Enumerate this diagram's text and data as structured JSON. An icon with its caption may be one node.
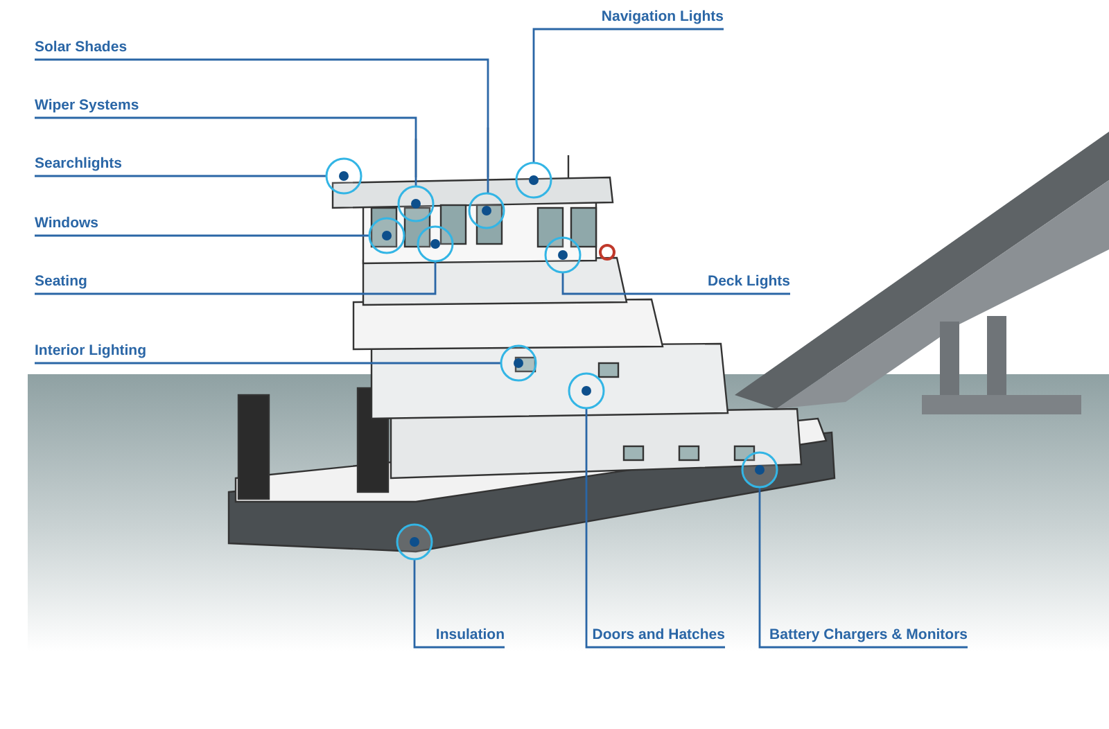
{
  "diagram": {
    "nodes": [
      {
        "text": [
          "Navigation Lights"
        ]
      },
      {
        "text": [
          "Solar Shades"
        ]
      },
      {
        "text": [
          "Wiper Systems"
        ]
      },
      {
        "text": [
          "Searchlights"
        ]
      },
      {
        "text": [
          "Windows"
        ]
      },
      {
        "text": [
          "Seating"
        ]
      },
      {
        "text": [
          "Deck Lights"
        ]
      },
      {
        "text": [
          "Interior Lighting"
        ]
      },
      {
        "text": [
          "Insulation"
        ]
      },
      {
        "text": [
          "Doors and Hatches"
        ]
      },
      {
        "text": [
          "Battery Chargers & Monitors"
        ]
      },
      {
        "text": [],
        "shape": "circle"
      },
      {
        "text": [],
        "shape": "circle"
      },
      {
        "text": [],
        "shape": "circle"
      },
      {
        "text": [],
        "shape": "circle"
      },
      {
        "text": [],
        "shape": "circle"
      },
      {
        "text": [],
        "shape": "circle"
      },
      {
        "text": [],
        "shape": "circle"
      },
      {
        "text": [],
        "shape": "circle"
      },
      {
        "text": [],
        "shape": "circle"
      },
      {
        "text": [],
        "shape": "circle"
      },
      {
        "text": [],
        "shape": "circle"
      }
    ],
    "edges": [
      {
        "from": 0,
        "to": 11,
        "arrow": "none"
      },
      {
        "from": 1,
        "to": 12,
        "arrow": "none"
      },
      {
        "from": 2,
        "to": 13,
        "arrow": "none"
      },
      {
        "from": 3,
        "to": 14,
        "arrow": "none"
      },
      {
        "from": 4,
        "to": 15,
        "arrow": "none"
      },
      {
        "from": 5,
        "to": 16,
        "arrow": "none"
      },
      {
        "from": 6,
        "to": 17,
        "arrow": "none"
      },
      {
        "from": 7,
        "to": 18,
        "arrow": "none"
      },
      {
        "from": 8,
        "to": 19,
        "arrow": "none"
      },
      {
        "from": 9,
        "to": 20,
        "arrow": "none"
      },
      {
        "from": 10,
        "to": 21,
        "arrow": "none"
      }
    ]
  }
}
